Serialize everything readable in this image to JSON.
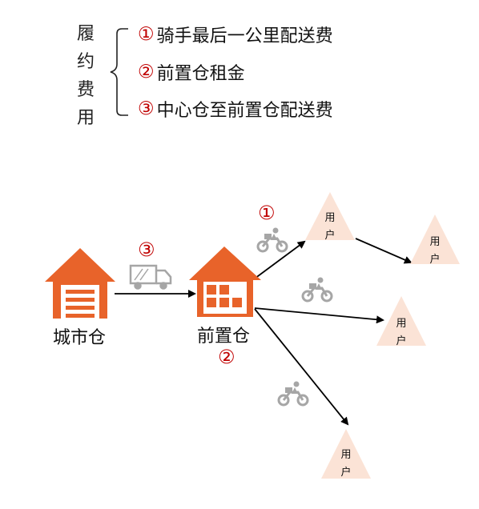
{
  "cost_group": {
    "heading_chars": [
      "履",
      "约",
      "费",
      "用"
    ],
    "items": [
      {
        "num": "①",
        "text": "骑手最后一公里配送费"
      },
      {
        "num": "②",
        "text": "前置仓租金"
      },
      {
        "num": "③",
        "text": "中心仓至前置仓配送费"
      }
    ]
  },
  "nodes": {
    "city_warehouse": "城市仓",
    "front_warehouse": "前置仓",
    "user_line1": "用",
    "user_line2": "户"
  },
  "markers": {
    "truck_step": "③",
    "rent_step": "②",
    "rider_step": "①"
  },
  "colors": {
    "accent": "#e8632a",
    "marker": "#c00000",
    "user_triangle": "#fbe3d6",
    "icon_gray": "#a6a6a6"
  }
}
